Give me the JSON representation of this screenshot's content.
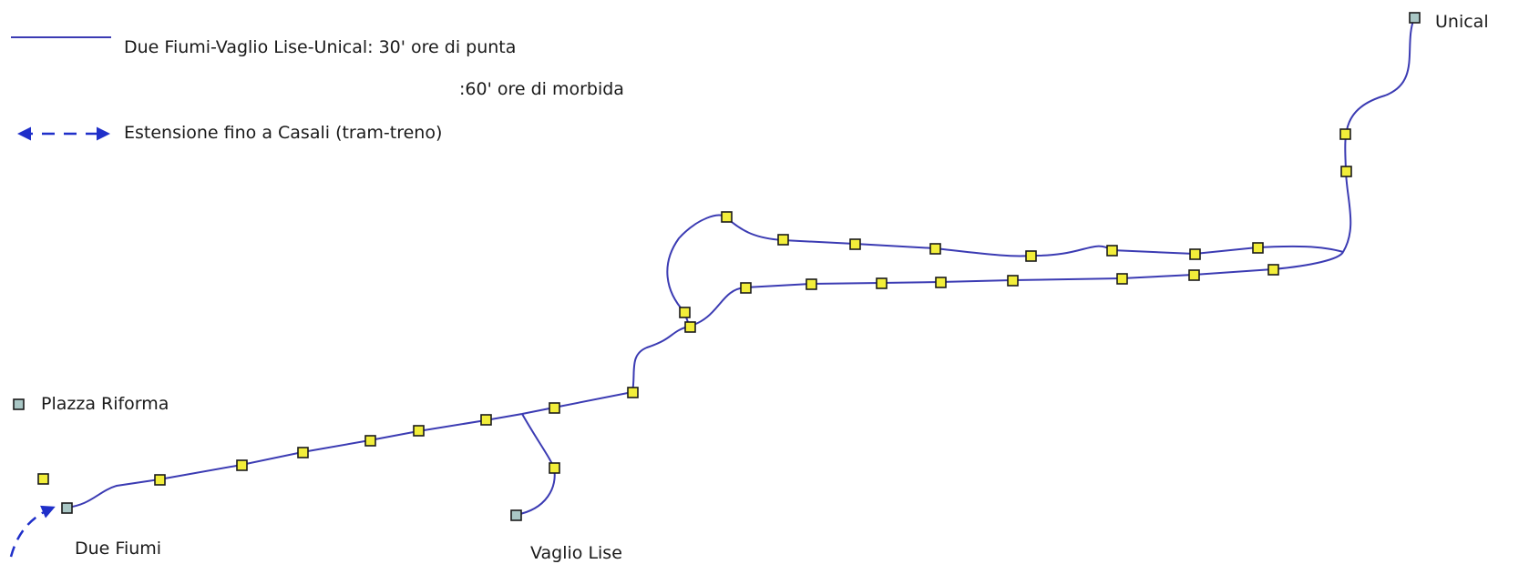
{
  "legend": {
    "line_label": "Due Fiumi-Vaglio Lise-Unical: 30' ore di punta",
    "offpeak_label": ":60' ore di morbida",
    "extension_label": "Estensione fino a Casali (tram-treno)"
  },
  "places": {
    "unical": "Unical",
    "piazza_riforma": "Plazza Riforma",
    "due_fiumi": "Due Fiumi",
    "vaglio_lise": "Vaglio Lise"
  },
  "colors": {
    "route": "#3b3bb3",
    "extension": "#1f2fc9",
    "stop_fill": "#f2ee3a",
    "terminus_fill": "#a9c7c5",
    "outline": "#1a1a1a"
  }
}
